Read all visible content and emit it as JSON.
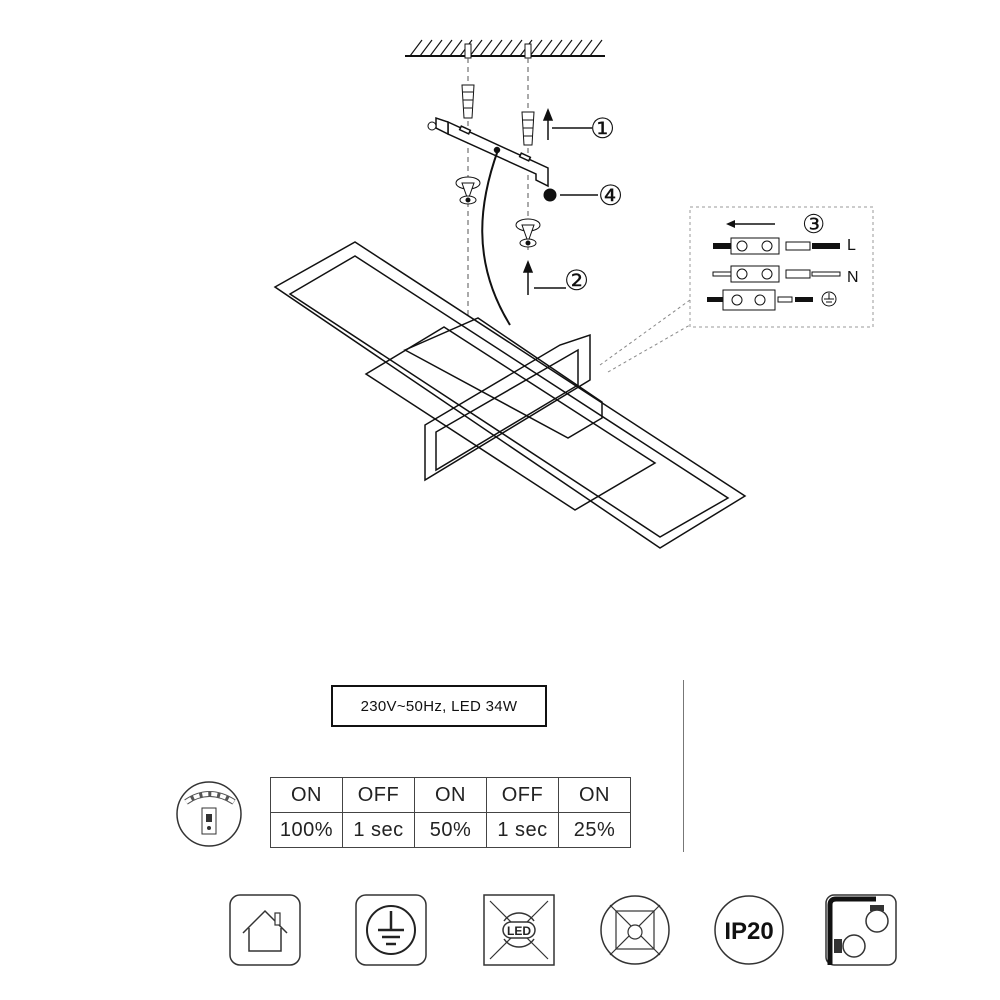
{
  "diagram": {
    "step_1": "①",
    "step_2": "②",
    "step_3": "③",
    "step_4": "④",
    "wire_live": "L",
    "wire_neutral": "N"
  },
  "spec": {
    "text": "230V~50Hz,  LED 34W"
  },
  "dimming_sequence": {
    "rows": [
      [
        "ON",
        "OFF",
        "ON",
        "OFF",
        "ON"
      ],
      [
        "100%",
        "1 sec",
        "50%",
        "1 sec",
        "25%"
      ]
    ]
  },
  "symbols": {
    "icons": [
      "indoor-use-icon",
      "protective-earth-icon",
      "led-not-replaceable-icon",
      "do-not-cover-icon",
      "ip20-icon",
      "min-distance-icon"
    ],
    "ip_rating": "IP20",
    "led_text": "LED"
  }
}
